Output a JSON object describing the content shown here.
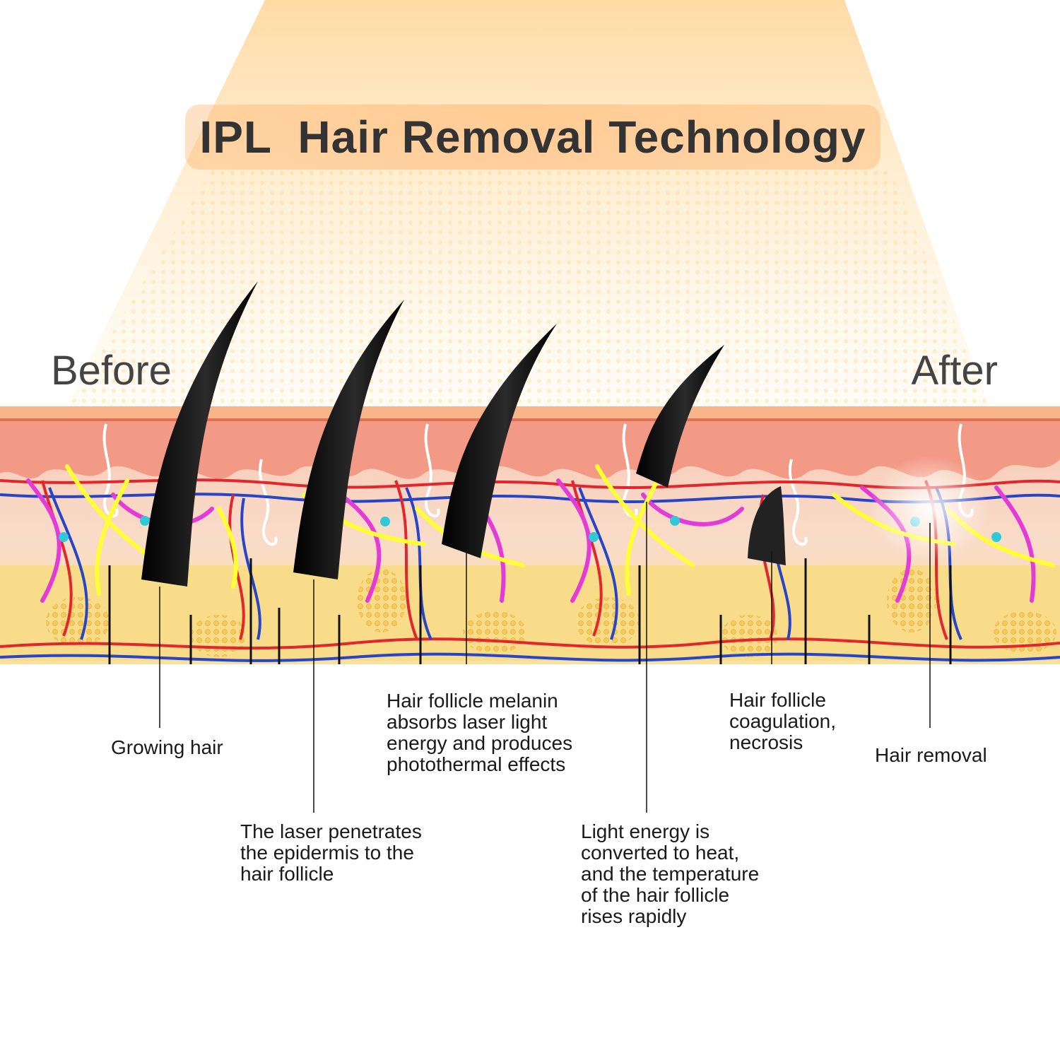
{
  "title": "IPL  Hair Removal Technology",
  "stage_labels": {
    "before": "Before",
    "after": "After"
  },
  "callouts": [
    {
      "id": "growing",
      "text": "Growing hair"
    },
    {
      "id": "penetrates",
      "text": "The laser penetrates\nthe epidermis to the\nhair follicle"
    },
    {
      "id": "melanin",
      "text": "Hair follicle melanin\nabsorbs laser light\nenergy and produces\nphotothermal effects"
    },
    {
      "id": "heat",
      "text": "Light energy is\nconverted to heat,\nand the temperature\nof the hair follicle\nrises rapidly"
    },
    {
      "id": "necrosis",
      "text": "Hair follicle\ncoagulation,\nnecrosis"
    },
    {
      "id": "removal",
      "text": "Hair removal"
    }
  ],
  "colors": {
    "light_beam": "#ffe7b8",
    "epidermis": "#f39a86",
    "dermis": "#f6d3c0",
    "fat": "#f8d77a",
    "nerve": "#ffff33",
    "vessel_red": "#e1262d",
    "vessel_blue": "#2845c8",
    "nerve_magenta": "#e33ad8",
    "hair": "#111111"
  }
}
